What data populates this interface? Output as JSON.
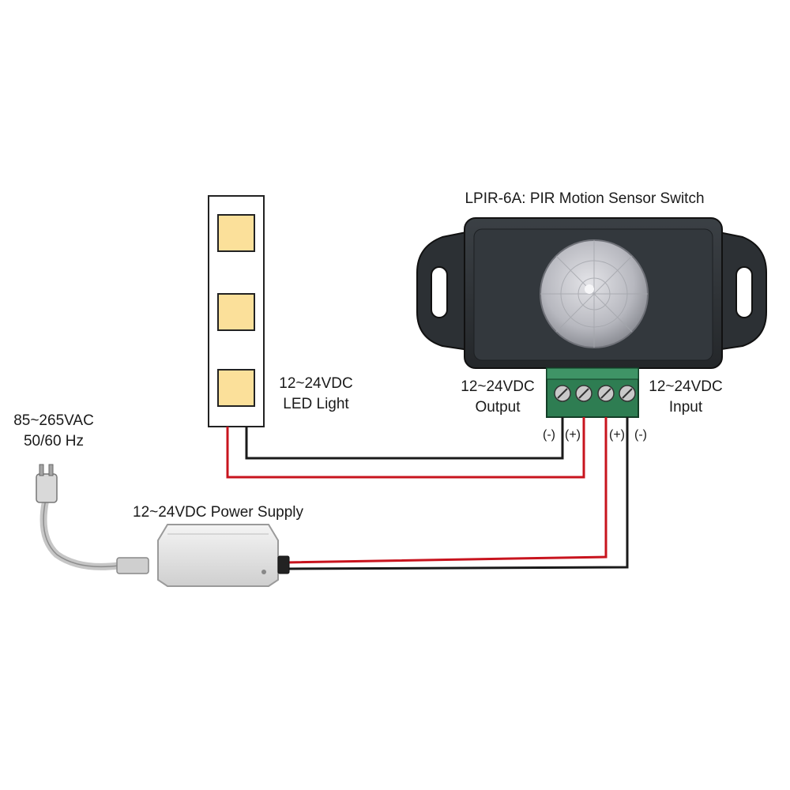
{
  "sensor": {
    "title": "LPIR-6A: PIR Motion Sensor Switch",
    "output_label_line1": "12~24VDC",
    "output_label_line2": "Output",
    "input_label_line1": "12~24VDC",
    "input_label_line2": "Input",
    "polarity": [
      "(-)",
      "(+)",
      "(+)",
      "(-)"
    ]
  },
  "led": {
    "label_line1": "12~24VDC",
    "label_line2": "LED Light"
  },
  "power_supply": {
    "label": "12~24VDC Power Supply"
  },
  "mains": {
    "label_line1": "85~265VAC",
    "label_line2": "50/60 Hz"
  },
  "colors": {
    "wire_positive": "#c8141e",
    "wire_negative": "#1a1a1a",
    "led_chip": "#fbe09a",
    "sensor_body": "#2b2f33",
    "terminal_block": "#2e7d52"
  }
}
